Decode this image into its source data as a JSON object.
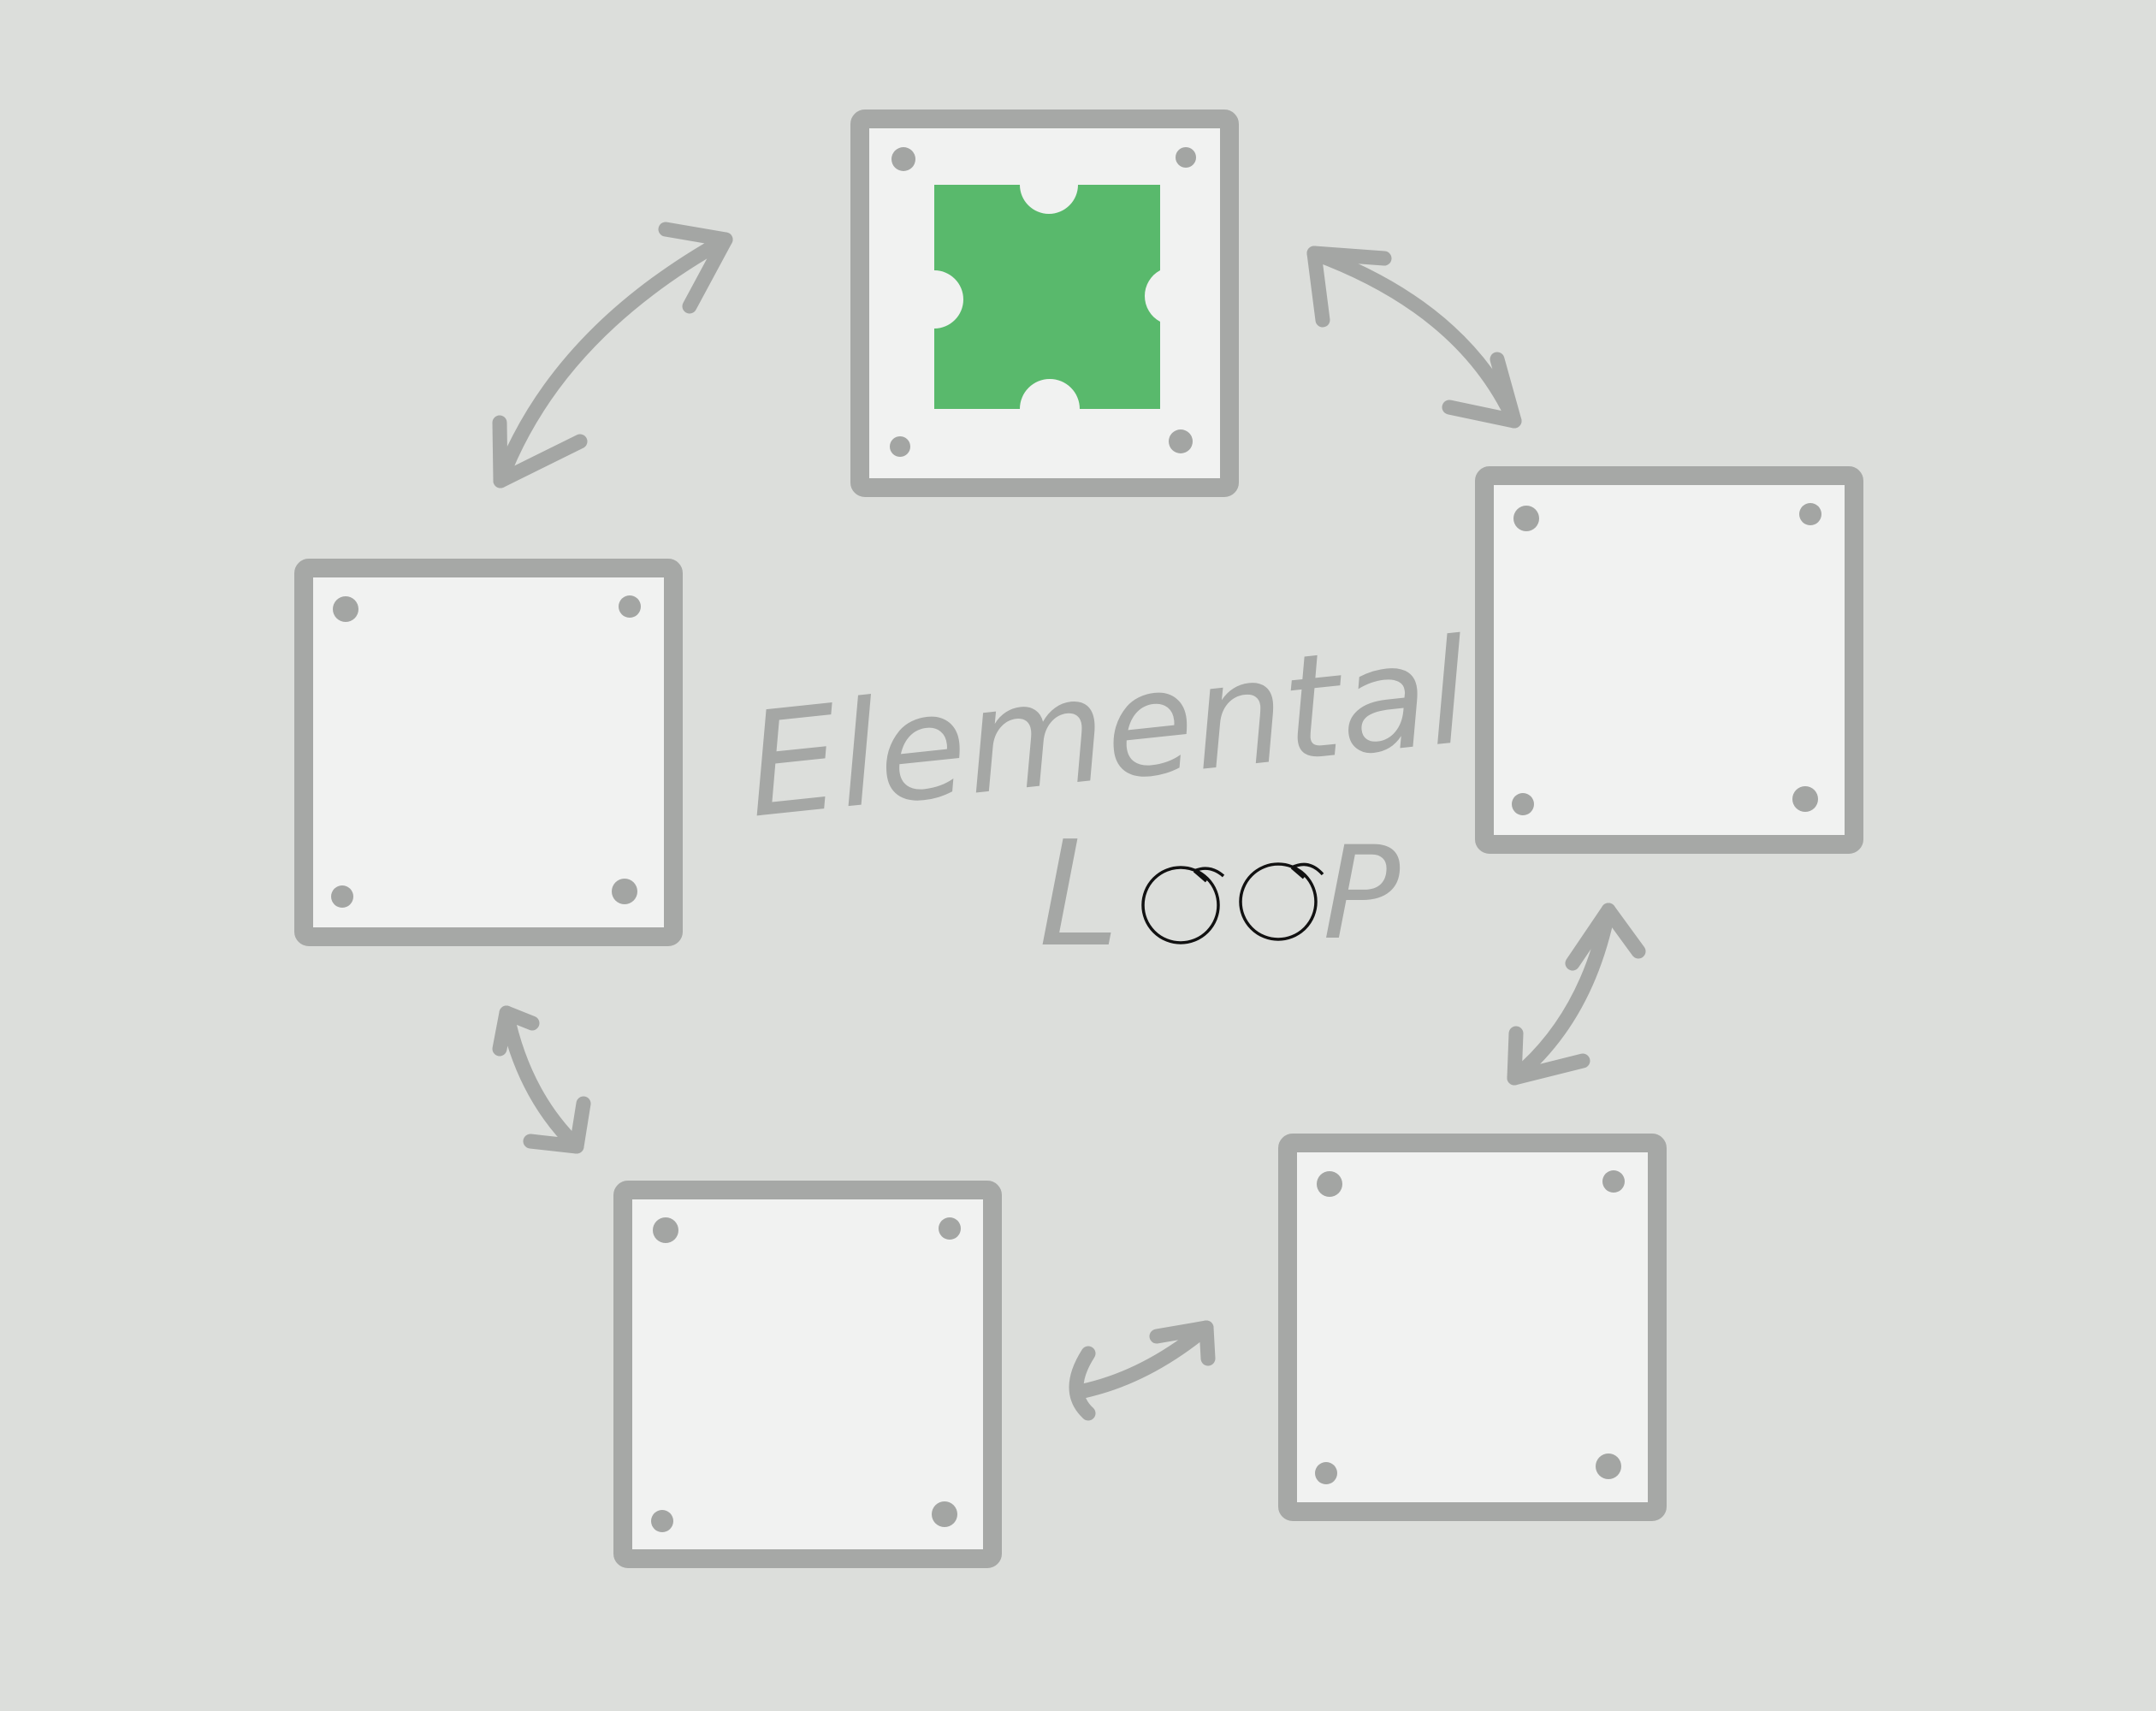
{
  "title": {
    "line1": "Elemental",
    "line2_prefix": "L",
    "line2_suffix": "P"
  },
  "colors": {
    "background": "#dcdedb",
    "slot_fill": "#f1f2f1",
    "slot_border": "#a6a8a6",
    "arrow": "#a4a6a4",
    "element_piece": "#59b96c",
    "loop_rings": "#111111"
  },
  "slots": [
    {
      "name": "slot-top",
      "element": "green-cross-piece",
      "filled": true
    },
    {
      "name": "slot-right",
      "filled": false
    },
    {
      "name": "slot-bottom-right",
      "filled": false
    },
    {
      "name": "slot-bottom-left",
      "filled": false
    },
    {
      "name": "slot-left",
      "filled": false
    }
  ],
  "connections": [
    {
      "between": [
        "slot-left",
        "slot-top"
      ],
      "icon": "double-arrow-icon"
    },
    {
      "between": [
        "slot-top",
        "slot-right"
      ],
      "icon": "double-arrow-icon"
    },
    {
      "between": [
        "slot-right",
        "slot-bottom-right"
      ],
      "icon": "double-arrow-icon"
    },
    {
      "between": [
        "slot-bottom-right",
        "slot-bottom-left"
      ],
      "icon": "double-arrow-icon"
    },
    {
      "between": [
        "slot-bottom-left",
        "slot-left"
      ],
      "icon": "double-arrow-icon"
    }
  ]
}
